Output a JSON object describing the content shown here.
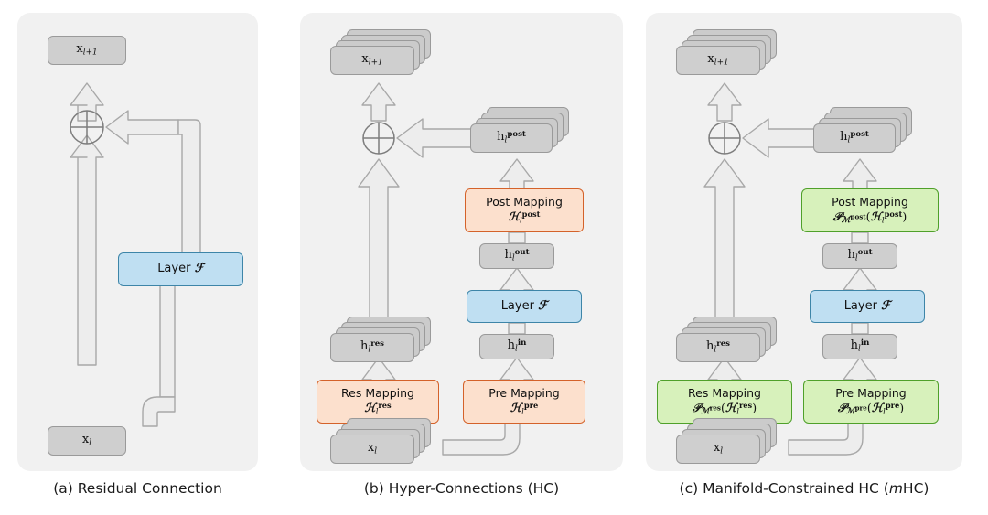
{
  "figure": {
    "background": "#ffffff",
    "panel_bg": "#f1f1f1",
    "colors": {
      "gray_box": "#cfcfcf",
      "gray_border": "#9a9a9a",
      "blue_box": "#bfdff2",
      "blue_border": "#3d85a8",
      "orange_box": "#fce0cd",
      "orange_border": "#d4622a",
      "green_box": "#d7f1bb",
      "green_border": "#4fa02a",
      "arrow_fill": "#ededed",
      "arrow_border": "#a8a8a8"
    }
  },
  "panels": [
    {
      "id": "a",
      "caption": "(a) Residual Connection",
      "nodes": {
        "top": "x_{l+1}",
        "bottom": "x_l",
        "layer": "Layer F",
        "operator": "circled-plus"
      }
    },
    {
      "id": "b",
      "caption": "(b) Hyper-Connections (HC)",
      "nodes": {
        "top": "x_{l+1}",
        "bottom": "x_l",
        "res_state": "h_l^res",
        "post_state": "h_l^post",
        "out_state": "h_l^out",
        "in_state": "h_l^in",
        "layer": "Layer F",
        "operator": "circled-plus"
      },
      "mappings": {
        "res": {
          "title": "Res Mapping",
          "formula": "H_l^res"
        },
        "pre": {
          "title": "Pre Mapping",
          "formula": "H_l^pre"
        },
        "post": {
          "title": "Post Mapping",
          "formula": "H_l^post"
        }
      }
    },
    {
      "id": "c",
      "caption": "(c) Manifold-Constrained HC (mHC)",
      "nodes": {
        "top": "x_{l+1}",
        "bottom": "x_l",
        "res_state": "h_l^res",
        "post_state": "h_l^post",
        "out_state": "h_l^out",
        "in_state": "h_l^in",
        "layer": "Layer F",
        "operator": "circled-plus"
      },
      "mappings": {
        "res": {
          "title": "Res Mapping",
          "formula": "P_{M^res}(H_l^res)"
        },
        "pre": {
          "title": "Pre Mapping",
          "formula": "P_{M^pre}(H_l^pre)"
        },
        "post": {
          "title": "Post Mapping",
          "formula": "P_{M^post}(H_l^post)"
        }
      }
    }
  ],
  "labels": {
    "layer_text": "Layer",
    "layer_symbol": "ℱ",
    "res_title": "Res Mapping",
    "pre_title": "Pre Mapping",
    "post_title": "Post Mapping",
    "x_base": "x",
    "h_base": "h",
    "sub_l": "l",
    "sub_l1": "l+1",
    "sup_res": "res",
    "sup_pre": "pre",
    "sup_post": "post",
    "sup_out": "out",
    "sup_in": "in",
    "cal_H": "ℋ",
    "cal_P": "ᵋ𝒫",
    "cal_M": "ℳ"
  },
  "captions": {
    "a": "(a) Residual Connection",
    "b": "(b) Hyper-Connections (HC)",
    "c_pre": "(c) Manifold-Constrained HC (",
    "c_it": "m",
    "c_post": "HC)"
  }
}
